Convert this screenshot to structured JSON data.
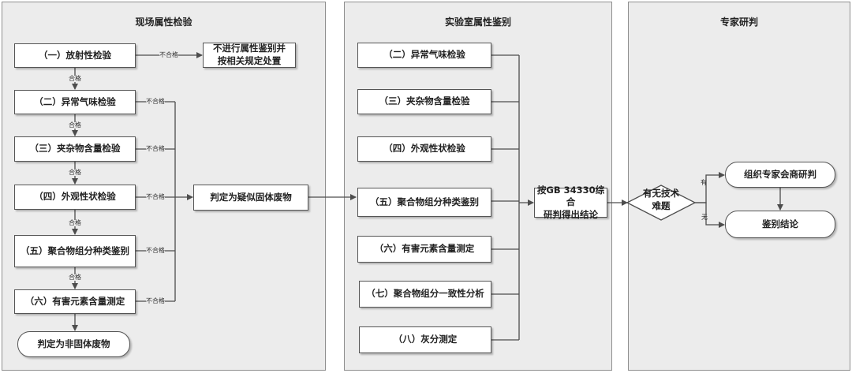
{
  "panels": {
    "field": "现场属性检验",
    "lab": "实验室属性鉴别",
    "expert": "专家研判"
  },
  "field": {
    "steps": [
      "（一）放射性检验",
      "（二）异常气味检验",
      "（三）夹杂物含量检验",
      "（四）外观性状检验",
      "（五）聚合物组分种类鉴别",
      "（六）有害元素含量测定"
    ],
    "not_identify_box": [
      "不进行属性鉴别并",
      "按相关规定处置"
    ],
    "suspected_box": "判定为疑似固体废物",
    "non_waste_box": "判定为非固体废物",
    "pass_label": "合格",
    "fail_label": "不合格"
  },
  "lab": {
    "items": [
      "（二）异常气味检验",
      "（三）夹杂物含量检验",
      "（四）外观性状检验",
      "（五）聚合物组分种类鉴别",
      "（六）有害元素含量测定",
      "（七）聚合物组分一致性分析",
      "（八）灰分测定"
    ],
    "conclusion_box": [
      "按GB 34330综合",
      "研判得出结论"
    ]
  },
  "expert": {
    "decision": [
      "有无技术",
      "难题"
    ],
    "yes_label": "有",
    "no_label": "无",
    "consult_box": "组织专家会商研判",
    "result_box": "鉴别结论"
  },
  "colors": {
    "panel_bg": "#ececec",
    "line": "#4d4d4d"
  }
}
